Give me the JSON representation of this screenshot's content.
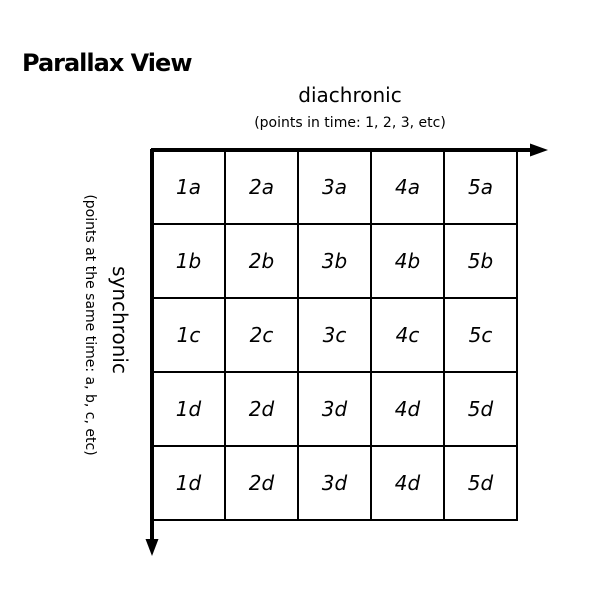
{
  "title": "Parallax View",
  "x_axis": {
    "label": "diachronic",
    "sublabel": "(points in time: 1, 2, 3, etc)"
  },
  "y_axis": {
    "label": "synchronic",
    "sublabel": "(points at the same time: a, b, c, etc)"
  },
  "grid": {
    "rows": [
      [
        "1a",
        "2a",
        "3a",
        "4a",
        "5a"
      ],
      [
        "1b",
        "2b",
        "3b",
        "4b",
        "5b"
      ],
      [
        "1c",
        "2c",
        "3c",
        "4c",
        "5c"
      ],
      [
        "1d",
        "2d",
        "3d",
        "4d",
        "5d"
      ],
      [
        "1d",
        "2d",
        "3d",
        "4d",
        "5d"
      ]
    ]
  }
}
